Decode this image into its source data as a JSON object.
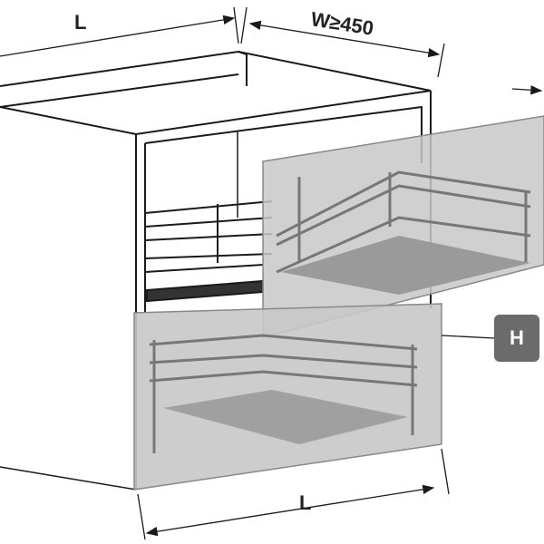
{
  "labels": {
    "length_top": "L",
    "width": "W≥450",
    "height_badge": "H",
    "length_bottom": "L"
  },
  "colors": {
    "line": "#1a1a1a",
    "drawer_front": "#c8c8c8",
    "badge": "#6b6b6b"
  }
}
